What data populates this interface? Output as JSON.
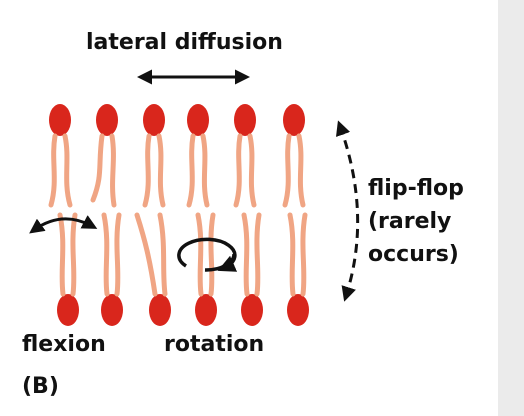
{
  "labels": {
    "lateral_diffusion": "lateral diffusion",
    "flexion": "flexion",
    "rotation": "rotation",
    "panel": "(B)",
    "flip_flop_lines": [
      "flip-flop",
      "(rarely",
      "occurs)"
    ]
  },
  "colors": {
    "head": "#d9261c",
    "tail": "#f0a584",
    "arrow": "#111111",
    "background": "#ffffff",
    "side_panel": "#ebebeb"
  },
  "icons": {
    "lateral_arrow": "double-headed-horizontal-arrow",
    "flexion_arrow": "curved-double-arrow",
    "rotation_arrow": "circular-arrow",
    "flip_flop_arrow": "dashed-curved-double-arrow"
  }
}
